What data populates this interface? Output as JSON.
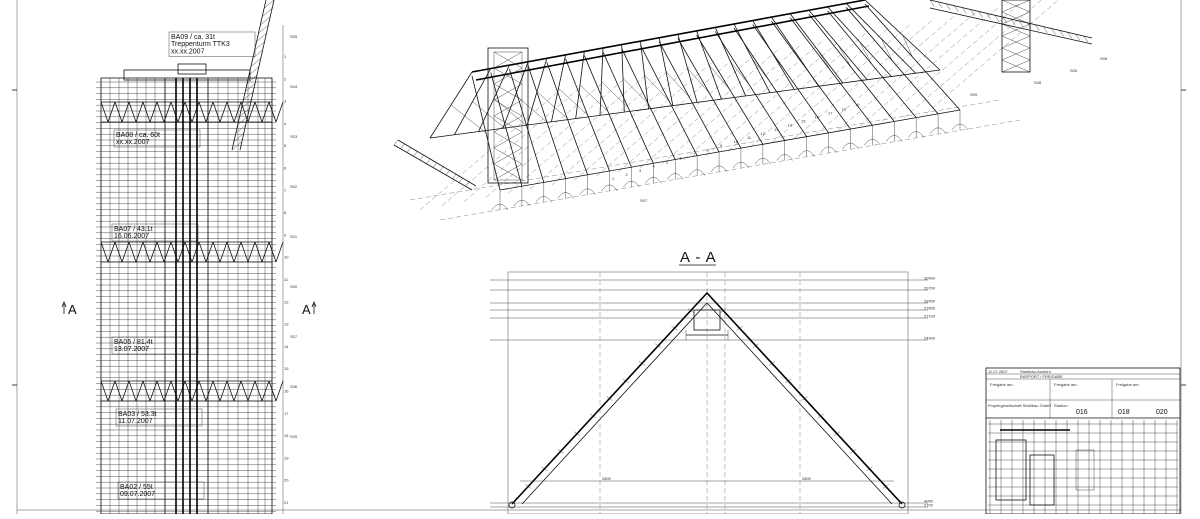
{
  "section_marker": "A",
  "section_title": "A - A",
  "tower": {
    "build_stages": [
      {
        "line1": "BA09 / ca. 31t",
        "line2": "Treppenturm TTK3",
        "line3": "xx.xx.2007"
      },
      {
        "line1": "BA08 / ca. 60t",
        "line2": "xx.xx.2007"
      },
      {
        "line1": "BA07 / 43.1t",
        "line2": "16.06.2007"
      },
      {
        "line1": "BA06 / 81.4t",
        "line2": "13.07.2007"
      },
      {
        "line1": "BA03 / 53.3t",
        "line2": "11.07.2007"
      },
      {
        "line1": "BA02 / 55t",
        "line2": "09.07.2007"
      }
    ],
    "level_numbers": [
      "1",
      "2",
      "3",
      "4",
      "5",
      "6",
      "7",
      "8",
      "9",
      "10",
      "11",
      "12",
      "13",
      "14",
      "15",
      "16",
      "17",
      "18",
      "19",
      "20",
      "21"
    ],
    "right_labels": [
      "S05",
      "S04",
      "S03",
      "S02",
      "S01",
      "S00",
      "S07",
      "S06",
      "S09"
    ]
  },
  "iso_view": {
    "frame_labels": [
      "1",
      "2",
      "3",
      "4",
      "5",
      "6",
      "7",
      "8",
      "9",
      "10",
      "11",
      "12",
      "13",
      "14",
      "15",
      "16",
      "17",
      "18",
      "19"
    ],
    "ground_labels": [
      "S07",
      "S08",
      "S09",
      "S06",
      "S05"
    ]
  },
  "section": {
    "elevations": [
      "30900",
      "29700",
      "28450",
      "27805",
      "27100",
      "24900",
      "4050",
      "2700"
    ],
    "spans": [
      "2800",
      "2800"
    ]
  },
  "title_block": {
    "header_rows": [
      "11.07.2007",
      "Stahlbau-Ausfuhr",
      "RAPPORT / FREIGABE"
    ],
    "release_labels": [
      "Freigabe am:",
      "Freigabe am:",
      "Freigabe am:"
    ],
    "company_labels": [
      "Projektgesellschaft Stahlbau GmbH",
      "Stadion"
    ],
    "marks": [
      "016",
      "018",
      "020"
    ]
  }
}
